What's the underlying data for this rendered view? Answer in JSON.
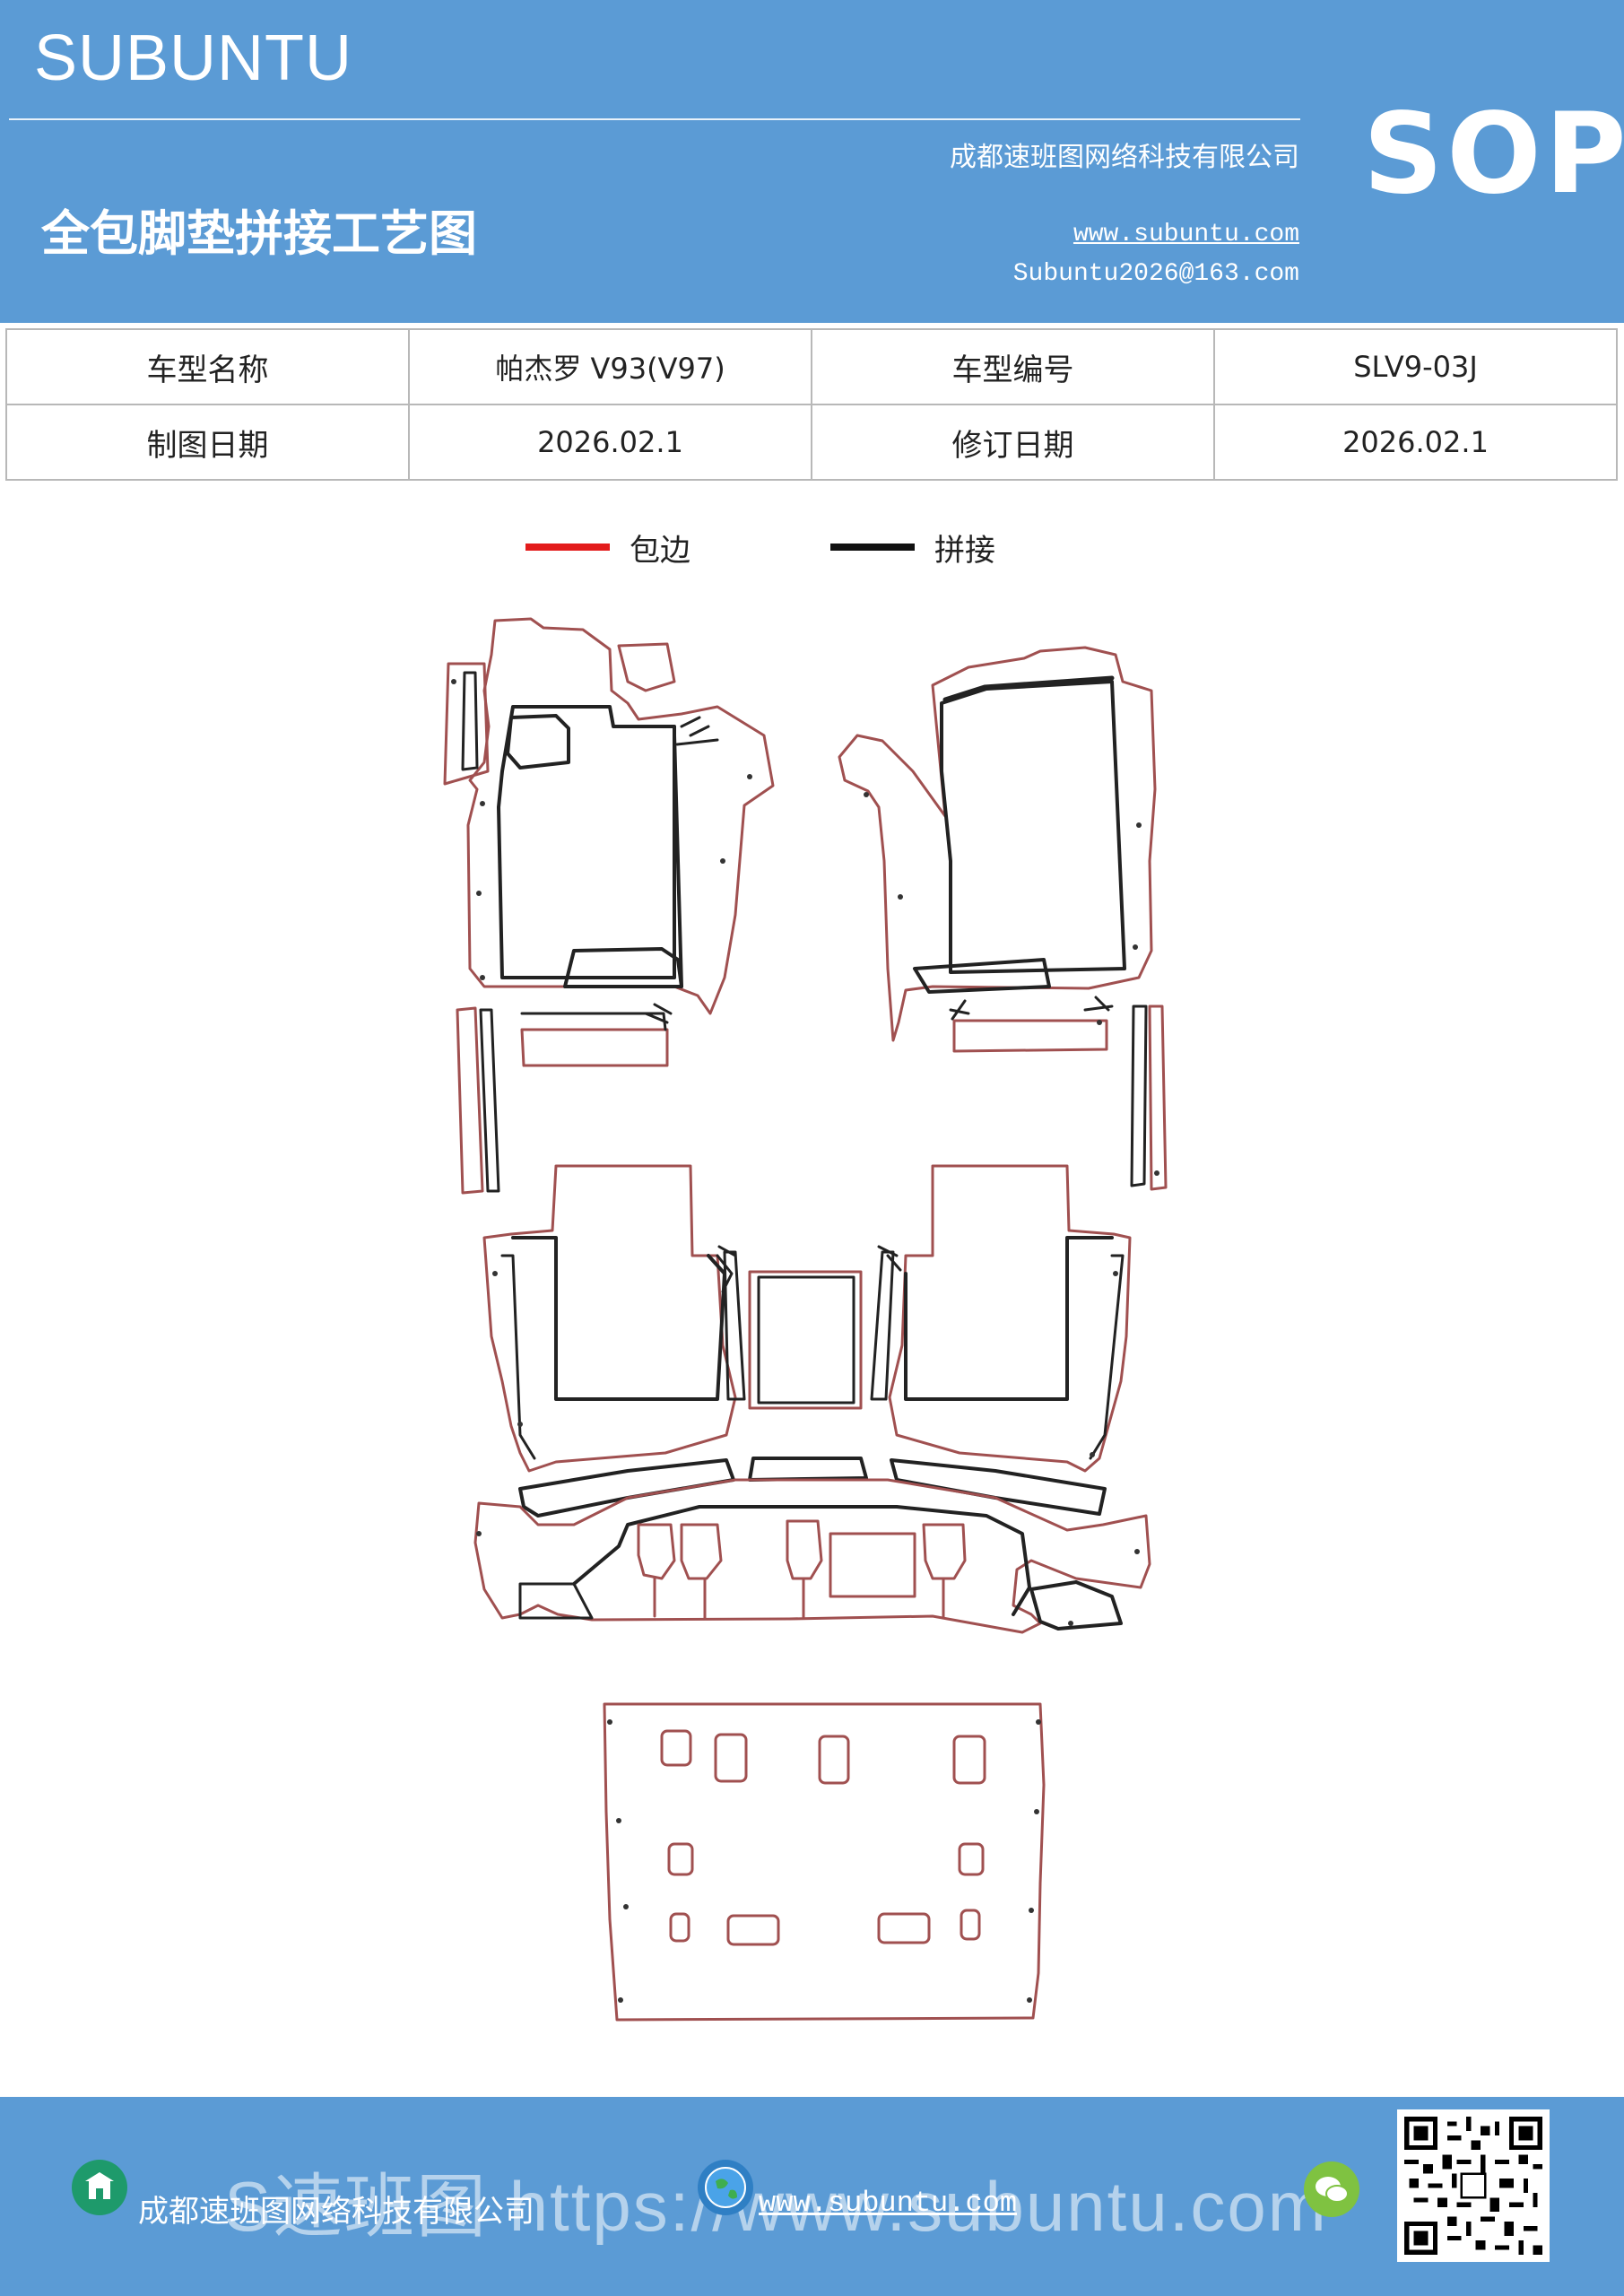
{
  "header": {
    "brand": "SUBUNTU",
    "company": "成都速班图网络科技有限公司",
    "title": "全包脚垫拼接工艺图",
    "website": "www.subuntu.com",
    "email": "Subuntu2026@163.com",
    "badge": "SOP",
    "colors": {
      "background": "#5b9bd5",
      "text": "#ffffff"
    }
  },
  "info": {
    "model_name_label": "车型名称",
    "model_name_value": "帕杰罗 V93(V97)",
    "model_code_label": "车型编号",
    "model_code_value": "SLV9-03J",
    "drawing_date_label": "制图日期",
    "drawing_date_value": "2026.02.1",
    "revision_date_label": "修订日期",
    "revision_date_value": "2026.02.1"
  },
  "legend": {
    "items": [
      {
        "label": "包边",
        "color": "#e31c1c"
      },
      {
        "label": "拼接",
        "color": "#111111"
      }
    ]
  },
  "drawing": {
    "outline_color": "#a05050",
    "seam_color": "#222222"
  },
  "footer": {
    "company": "成都速班图网络科技有限公司",
    "website": "www.subuntu.com",
    "watermark": "S速班图 https://www.subuntu.com",
    "icons": [
      "building-icon",
      "globe-icon",
      "wechat-icon",
      "qr-code"
    ],
    "colors": {
      "background": "#5b9bd5"
    }
  }
}
